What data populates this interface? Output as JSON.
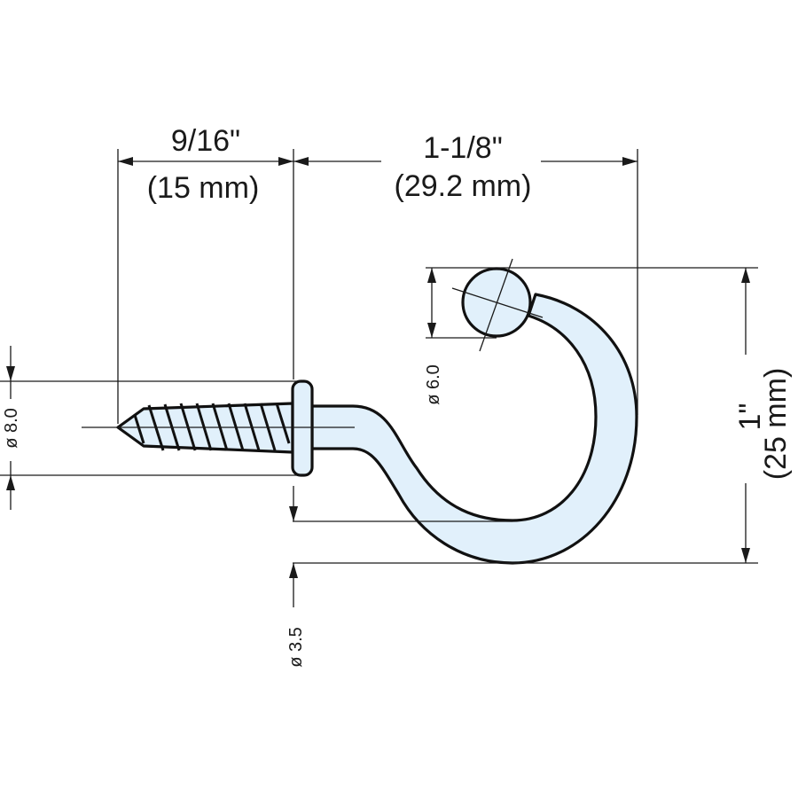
{
  "dimensions": {
    "screw_length": {
      "imperial": "9/16\"",
      "metric": "(15 mm)"
    },
    "hook_reach": {
      "imperial": "1-1/8\"",
      "metric": "(29.2 mm)"
    },
    "hook_height": {
      "imperial": "1\"",
      "metric": "(25 mm)"
    },
    "flange_diameter": "ø 8.0",
    "ball_diameter": "ø 6.0",
    "wire_diameter": "ø 3.5"
  },
  "colors": {
    "part_fill": "#e1f0fb",
    "ink": "#1a1a1a"
  }
}
